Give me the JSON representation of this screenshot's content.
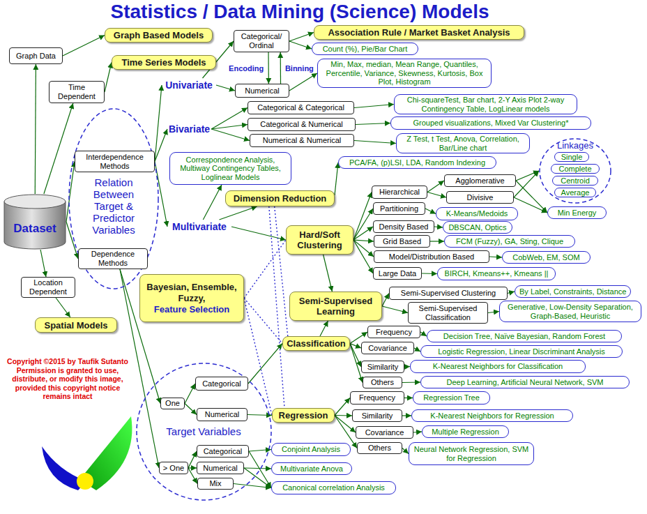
{
  "diagram": {
    "title": "Statistics / Data Mining (Science) Models",
    "nodes": [
      {
        "text": [
          "Dataset"
        ]
      },
      {
        "text": [
          "Graph Data"
        ]
      },
      {
        "text": [
          "Graph Based Models"
        ]
      },
      {
        "text": [
          "Time Dependent"
        ]
      },
      {
        "text": [
          "Time Series Models"
        ]
      },
      {
        "text": [
          "Relation Between Target & Predictor Variables"
        ]
      },
      {
        "text": [
          "Interdependence Methods"
        ],
        "in": 5
      },
      {
        "text": [
          "Dependence Methods"
        ],
        "in": 5
      },
      {
        "text": [
          "Location Dependent"
        ]
      },
      {
        "text": [
          "Spatial Models"
        ]
      },
      {
        "text": [
          "Univariate"
        ]
      },
      {
        "text": [
          "Categorical/ Ordinal"
        ]
      },
      {
        "text": [
          "Numerical"
        ]
      },
      {
        "text": [
          "Association Rule / Market Basket Analysis"
        ]
      },
      {
        "text": [
          "Count (%), Pie/Bar Chart"
        ]
      },
      {
        "text": [
          "Min, Max, median, Mean Range, Quantiles, Percentile, Variance, Skewness, Kurtosis, Box Plot, Histogram"
        ]
      },
      {
        "text": [
          "Bivariate"
        ]
      },
      {
        "text": [
          "Categorical & Categorical"
        ]
      },
      {
        "text": [
          "Categorical & Numerical"
        ]
      },
      {
        "text": [
          "Numerical & Numerical"
        ]
      },
      {
        "text": [
          "Chi-squareTest, Bar chart, 2-Y Axis Plot 2-way Contingency Table, LogLinear models"
        ]
      },
      {
        "text": [
          "Grouped visualizations, Mixed Var Clustering*"
        ]
      },
      {
        "text": [
          "Z Test, t Test, Anova, Correlation, Bar/Line chart"
        ]
      },
      {
        "text": [
          "Correspondence Analysis, Multiway Contingency Tables, Loglinear Models"
        ]
      },
      {
        "text": [
          "Multivariate"
        ]
      },
      {
        "text": [
          "Dimension Reduction"
        ]
      },
      {
        "text": [
          "PCA/FA, (p)LSI, LDA, Random Indexing"
        ]
      },
      {
        "text": [
          "Hard/Soft Clustering"
        ]
      },
      {
        "text": [
          "Hierarchical"
        ]
      },
      {
        "text": [
          "Agglomerative"
        ]
      },
      {
        "text": [
          "Divisive"
        ]
      },
      {
        "text": [
          "Linkages"
        ]
      },
      {
        "text": [
          "Single"
        ],
        "in": 31
      },
      {
        "text": [
          "Complete"
        ],
        "in": 31
      },
      {
        "text": [
          "Centroid"
        ],
        "in": 31
      },
      {
        "text": [
          "Average"
        ],
        "in": 31
      },
      {
        "text": [
          "Min Energy"
        ]
      },
      {
        "text": [
          "Partitioning"
        ]
      },
      {
        "text": [
          "K-Means/Medoids"
        ]
      },
      {
        "text": [
          "Density Based"
        ]
      },
      {
        "text": [
          "DBSCAN, Optics"
        ]
      },
      {
        "text": [
          "Grid Based"
        ]
      },
      {
        "text": [
          "FCM (Fuzzy), GA, Sting, Clique"
        ]
      },
      {
        "text": [
          "Model/Distribution Based"
        ]
      },
      {
        "text": [
          "CobWeb, EM, SOM"
        ]
      },
      {
        "text": [
          "Large Data"
        ]
      },
      {
        "text": [
          "BIRCH, Kmeans++, Kmeans ||"
        ]
      },
      {
        "text": [
          "Bayesian, Ensemble, Fuzzy,",
          "Feature Selection"
        ]
      },
      {
        "text": [
          "Semi-Supervised Learning"
        ]
      },
      {
        "text": [
          "Semi-Supervised Clustering"
        ]
      },
      {
        "text": [
          "By Label, Constraints, Distance"
        ]
      },
      {
        "text": [
          "Semi-Supervised Classification"
        ]
      },
      {
        "text": [
          "Generative, Low-Density Separation, Graph-Based, Heuristic"
        ]
      },
      {
        "text": [
          "Classification"
        ]
      },
      {
        "text": [
          "Frequency"
        ]
      },
      {
        "text": [
          "Decision Tree, Naïve Bayesian, Random Forest"
        ]
      },
      {
        "text": [
          "Covariance"
        ]
      },
      {
        "text": [
          "Logistic Regression, Linear Discriminant Analysis"
        ]
      },
      {
        "text": [
          "Similarity"
        ]
      },
      {
        "text": [
          "K-Nearest Neighbors for Classification"
        ]
      },
      {
        "text": [
          "Others"
        ]
      },
      {
        "text": [
          "Deep Learning, Artificial Neural Network, SVM"
        ]
      },
      {
        "text": [
          "Target Variables"
        ]
      },
      {
        "text": [
          "One"
        ],
        "in": 62
      },
      {
        "text": [
          "Categorical"
        ],
        "in": 62
      },
      {
        "text": [
          "Numerical"
        ],
        "in": 62
      },
      {
        "text": [
          "> One"
        ],
        "in": 62
      },
      {
        "text": [
          "Categorical"
        ],
        "in": 62
      },
      {
        "text": [
          "Numerical"
        ],
        "in": 62
      },
      {
        "text": [
          "Mix"
        ],
        "in": 62
      },
      {
        "text": [
          "Regression"
        ]
      },
      {
        "text": [
          "Frequency"
        ]
      },
      {
        "text": [
          "Regression Tree"
        ]
      },
      {
        "text": [
          "Similarity"
        ]
      },
      {
        "text": [
          "K-Nearest Neighbors for Regression"
        ]
      },
      {
        "text": [
          "Covariance"
        ]
      },
      {
        "text": [
          "Multiple Regression"
        ]
      },
      {
        "text": [
          "Others"
        ]
      },
      {
        "text": [
          "Neural Network Regression, SVM for Regression"
        ]
      },
      {
        "text": [
          "Conjoint Analysis"
        ]
      },
      {
        "text": [
          "Multivariate Anova"
        ]
      },
      {
        "text": [
          "Canonical correlation Analysis"
        ]
      }
    ],
    "edges": [
      {
        "from": 0,
        "to": 1,
        "arrow": "to"
      },
      {
        "from": 1,
        "to": 2,
        "arrow": "to"
      },
      {
        "from": 0,
        "to": 3,
        "arrow": "to"
      },
      {
        "from": 3,
        "to": 4,
        "arrow": "to"
      },
      {
        "from": 0,
        "to": 6,
        "arrow": "to"
      },
      {
        "from": 0,
        "to": 7,
        "arrow": "to"
      },
      {
        "from": 0,
        "to": 8,
        "arrow": "to"
      },
      {
        "from": 8,
        "to": 9,
        "arrow": "to"
      },
      {
        "from": 6,
        "to": 10,
        "arrow": "to"
      },
      {
        "from": 6,
        "to": 16,
        "arrow": "to"
      },
      {
        "from": 6,
        "to": 24,
        "arrow": "to"
      },
      {
        "from": 10,
        "to": 11,
        "arrow": "to"
      },
      {
        "from": 10,
        "to": 12,
        "arrow": "to"
      },
      {
        "from": 11,
        "to": 12,
        "label": "Encoding",
        "arrow": "to"
      },
      {
        "from": 12,
        "to": 11,
        "label": "Binning",
        "arrow": "to"
      },
      {
        "from": 11,
        "to": 13,
        "arrow": "to"
      },
      {
        "from": 11,
        "to": 14,
        "arrow": "to"
      },
      {
        "from": 12,
        "to": 15,
        "arrow": "to"
      },
      {
        "from": 16,
        "to": 17,
        "arrow": "to"
      },
      {
        "from": 16,
        "to": 18,
        "arrow": "to"
      },
      {
        "from": 16,
        "to": 19,
        "arrow": "to"
      },
      {
        "from": 17,
        "to": 20,
        "arrow": "to"
      },
      {
        "from": 18,
        "to": 21,
        "arrow": "to"
      },
      {
        "from": 19,
        "to": 22,
        "arrow": "to"
      },
      {
        "from": 24,
        "to": 23,
        "arrow": "to"
      },
      {
        "from": 24,
        "to": 25,
        "arrow": "to"
      },
      {
        "from": 24,
        "to": 27,
        "arrow": "to"
      },
      {
        "from": 25,
        "to": 26,
        "arrow": "to"
      },
      {
        "from": 27,
        "to": 28,
        "arrow": "to"
      },
      {
        "from": 27,
        "to": 37,
        "arrow": "to"
      },
      {
        "from": 27,
        "to": 39,
        "arrow": "to"
      },
      {
        "from": 27,
        "to": 41,
        "arrow": "to"
      },
      {
        "from": 27,
        "to": 43,
        "arrow": "to"
      },
      {
        "from": 27,
        "to": 45,
        "arrow": "to"
      },
      {
        "from": 28,
        "to": 29,
        "arrow": "to"
      },
      {
        "from": 28,
        "to": 30,
        "arrow": "to"
      },
      {
        "from": 29,
        "to": 31,
        "arrow": "to"
      },
      {
        "from": 30,
        "to": 31,
        "arrow": "to"
      },
      {
        "from": 29,
        "to": 36,
        "arrow": "to"
      },
      {
        "from": 30,
        "to": 36,
        "arrow": "to"
      },
      {
        "from": 37,
        "to": 38,
        "arrow": "to"
      },
      {
        "from": 39,
        "to": 40,
        "arrow": "to"
      },
      {
        "from": 41,
        "to": 42,
        "arrow": "to"
      },
      {
        "from": 43,
        "to": 44,
        "arrow": "to"
      },
      {
        "from": 45,
        "to": 46,
        "arrow": "to"
      },
      {
        "from": 27,
        "to": 48,
        "arrow": "to"
      },
      {
        "from": 53,
        "to": 48,
        "arrow": "to"
      },
      {
        "from": 48,
        "to": 49,
        "arrow": "to"
      },
      {
        "from": 48,
        "to": 51,
        "arrow": "to"
      },
      {
        "from": 49,
        "to": 50,
        "arrow": "to"
      },
      {
        "from": 51,
        "to": 52,
        "arrow": "to"
      },
      {
        "from": 47,
        "to": 27,
        "arrow": "none"
      },
      {
        "from": 47,
        "to": 53,
        "arrow": "none"
      },
      {
        "from": 47,
        "to": 70,
        "arrow": "none"
      },
      {
        "from": 25,
        "to": 53,
        "arrow": "none"
      },
      {
        "from": 25,
        "to": 70,
        "arrow": "none"
      },
      {
        "from": 7,
        "to": 63,
        "arrow": "to"
      },
      {
        "from": 7,
        "to": 66,
        "arrow": "to"
      },
      {
        "from": 63,
        "to": 64,
        "arrow": "to"
      },
      {
        "from": 63,
        "to": 65,
        "arrow": "to"
      },
      {
        "from": 64,
        "to": 53,
        "arrow": "to"
      },
      {
        "from": 65,
        "to": 70,
        "arrow": "to"
      },
      {
        "from": 53,
        "to": 54,
        "arrow": "to"
      },
      {
        "from": 53,
        "to": 56,
        "arrow": "to"
      },
      {
        "from": 53,
        "to": 58,
        "arrow": "to"
      },
      {
        "from": 53,
        "to": 60,
        "arrow": "to"
      },
      {
        "from": 54,
        "to": 55,
        "arrow": "to"
      },
      {
        "from": 56,
        "to": 57,
        "arrow": "to"
      },
      {
        "from": 58,
        "to": 59,
        "arrow": "to"
      },
      {
        "from": 60,
        "to": 61,
        "arrow": "to"
      },
      {
        "from": 70,
        "to": 71,
        "arrow": "to"
      },
      {
        "from": 70,
        "to": 73,
        "arrow": "to"
      },
      {
        "from": 70,
        "to": 75,
        "arrow": "to"
      },
      {
        "from": 70,
        "to": 77,
        "arrow": "to"
      },
      {
        "from": 71,
        "to": 72,
        "arrow": "to"
      },
      {
        "from": 73,
        "to": 74,
        "arrow": "to"
      },
      {
        "from": 75,
        "to": 76,
        "arrow": "to"
      },
      {
        "from": 77,
        "to": 78,
        "arrow": "to"
      },
      {
        "from": 66,
        "to": 67,
        "arrow": "to"
      },
      {
        "from": 66,
        "to": 68,
        "arrow": "to"
      },
      {
        "from": 66,
        "to": 69,
        "arrow": "to"
      },
      {
        "from": 67,
        "to": 79,
        "arrow": "to"
      },
      {
        "from": 67,
        "to": 81,
        "arrow": "to"
      },
      {
        "from": 68,
        "to": 80,
        "arrow": "to"
      },
      {
        "from": 68,
        "to": 81,
        "arrow": "to"
      },
      {
        "from": 69,
        "to": 81,
        "arrow": "to"
      }
    ],
    "labels": [
      "Copyright ©2015 by Taufik Sutanto Permission is granted to use, distribute, or modify this image, provided this copyright notice remains intact"
    ]
  }
}
